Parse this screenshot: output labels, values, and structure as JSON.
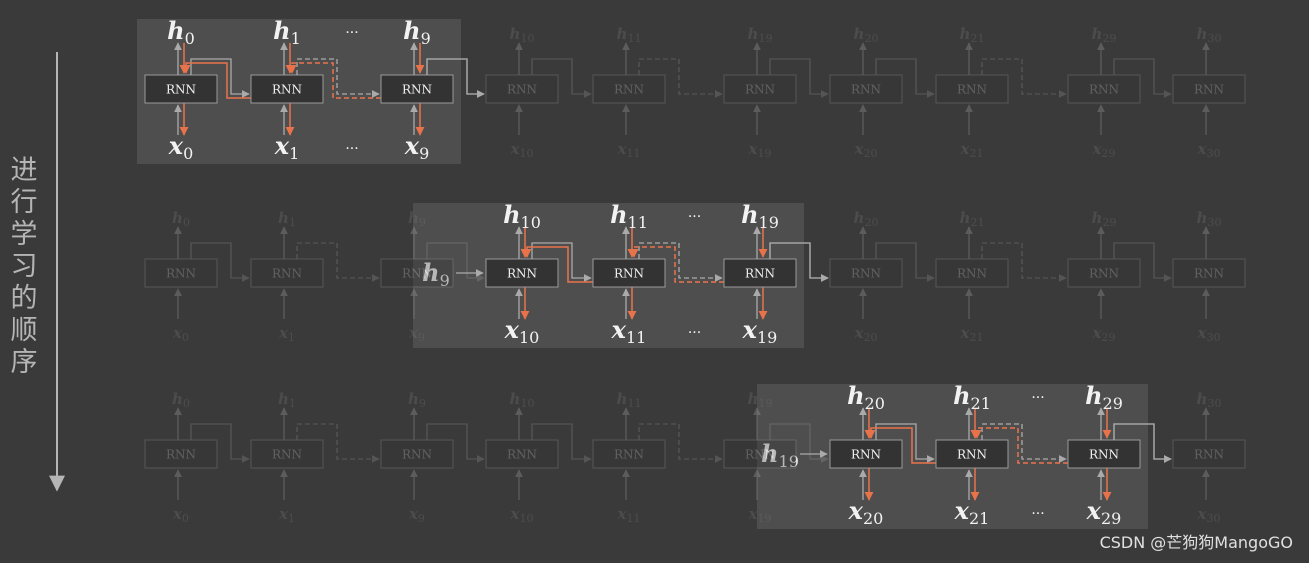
{
  "side_label": "进行学习的顺序",
  "watermark": "CSDN @芒狗狗MangoGO",
  "cell_label": "RNN",
  "ellipsis": "···",
  "hidden_symbol": "h",
  "input_symbol": "x",
  "rows": [
    {
      "highlight": [
        0,
        1,
        2
      ],
      "incoming": null,
      "cells": [
        {
          "top": "0",
          "bottom": "0"
        },
        {
          "top": "1",
          "bottom": "1"
        },
        {
          "top": "9",
          "bottom": "9"
        },
        {
          "top": "10",
          "bottom": "10"
        },
        {
          "top": "11",
          "bottom": "11"
        },
        {
          "top": "19",
          "bottom": "19"
        },
        {
          "top": "20",
          "bottom": "20"
        },
        {
          "top": "21",
          "bottom": "21"
        },
        {
          "top": "29",
          "bottom": "29"
        },
        {
          "top": "30",
          "bottom": "30"
        }
      ]
    },
    {
      "highlight": [
        3,
        4,
        5
      ],
      "incoming": "9",
      "cells": [
        {
          "top": "0",
          "bottom": "0"
        },
        {
          "top": "1",
          "bottom": "1"
        },
        {
          "top": "9",
          "bottom": "9"
        },
        {
          "top": "10",
          "bottom": "10"
        },
        {
          "top": "11",
          "bottom": "11"
        },
        {
          "top": "19",
          "bottom": "19"
        },
        {
          "top": "20",
          "bottom": "20"
        },
        {
          "top": "21",
          "bottom": "21"
        },
        {
          "top": "29",
          "bottom": "29"
        },
        {
          "top": "30",
          "bottom": "30"
        }
      ]
    },
    {
      "highlight": [
        6,
        7,
        8
      ],
      "incoming": "19",
      "cells": [
        {
          "top": "0",
          "bottom": "0"
        },
        {
          "top": "1",
          "bottom": "1"
        },
        {
          "top": "9",
          "bottom": "9"
        },
        {
          "top": "10",
          "bottom": "10"
        },
        {
          "top": "11",
          "bottom": "11"
        },
        {
          "top": "19",
          "bottom": "19"
        },
        {
          "top": "20",
          "bottom": "20"
        },
        {
          "top": "21",
          "bottom": "21"
        },
        {
          "top": "29",
          "bottom": "29"
        },
        {
          "top": "30",
          "bottom": "30"
        }
      ]
    }
  ],
  "colors": {
    "background": "#3a3a3a",
    "panel": "#4e4e4e",
    "cell_fill": "#333333",
    "cell_stroke": "#9a9a9a",
    "forward_arrow": "#aaaaaa",
    "gradient_arrow": "#e8734a",
    "text_bright": "#f2f2f2",
    "text_dim": "#777777"
  }
}
